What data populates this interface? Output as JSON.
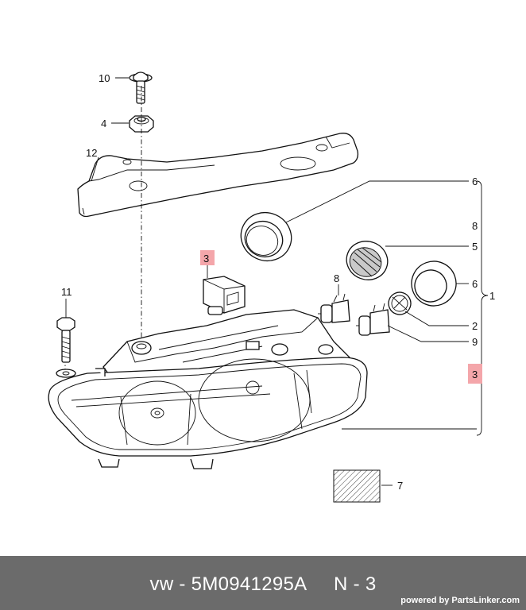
{
  "callouts": {
    "c10": "10",
    "c4": "4",
    "c12": "12",
    "c6a": "6",
    "c8a": "8",
    "c5": "5",
    "c3a": "3",
    "c8b": "8",
    "c6b": "6",
    "c1": "1",
    "c11": "11",
    "c2": "2",
    "c9": "9",
    "c3b": "3",
    "c7": "7"
  },
  "colors": {
    "highlight": "#f4a6aa",
    "footer_bg": "#6b6b6b",
    "footer_text": "#ffffff"
  },
  "footer": {
    "text": "vw - 5M0941295A     N - 3",
    "brand": "powered by PartsLinker.com"
  }
}
